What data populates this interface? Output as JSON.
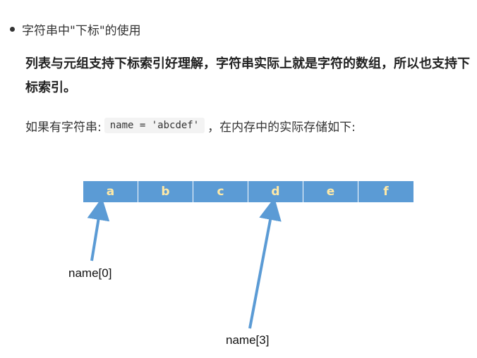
{
  "bullet": {
    "text": "字符串中\"下标\"的使用"
  },
  "paragraph": {
    "bold_text": "列表与元组支持下标索引好理解，字符串实际上就是字符的数组，所以也支持下标索引。"
  },
  "intro": {
    "before": "如果有字符串:",
    "code": "name = 'abcdef'",
    "after": "，在内存中的实际存储如下:"
  },
  "diagram": {
    "cells": [
      "a",
      "b",
      "c",
      "d",
      "e",
      "f"
    ],
    "pointers": [
      {
        "label": "name[0]",
        "index": 0
      },
      {
        "label": "name[3]",
        "index": 3
      }
    ],
    "colors": {
      "cell_fill": "#5b9bd5",
      "cell_text": "#ffe9a6",
      "arrow": "#5b9bd5"
    }
  }
}
